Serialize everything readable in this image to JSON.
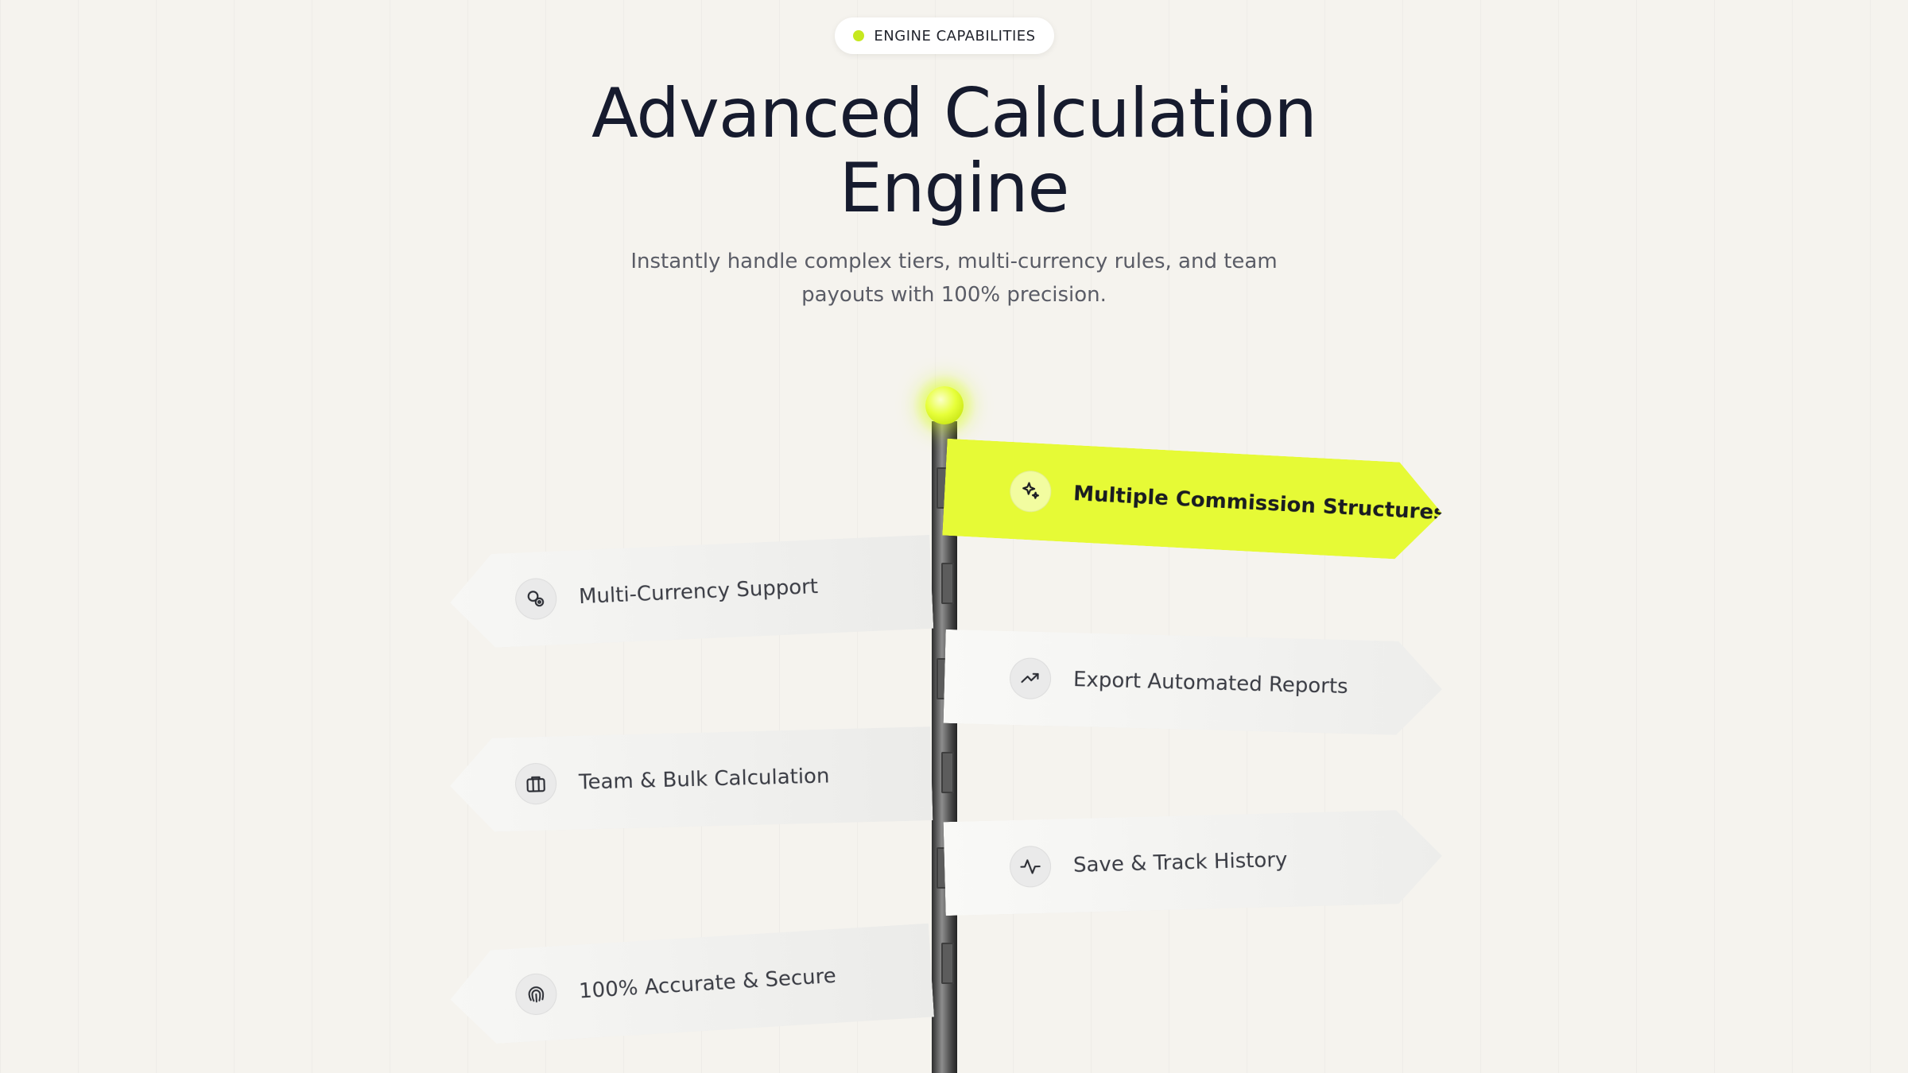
{
  "badge": {
    "label": "ENGINE CAPABILITIES",
    "dot_color": "#c6e81f"
  },
  "header": {
    "title_line1": "Advanced Calculation",
    "title_line2": "Engine",
    "subtitle_line1": "Instantly handle complex tiers, multi-currency rules, and team",
    "subtitle_line2": "payouts with 100% precision."
  },
  "signs": [
    {
      "label": "Multiple Commission Structures",
      "icon": "sparkles-icon",
      "side": "right",
      "active": true
    },
    {
      "label": "Multi-Currency Support",
      "icon": "coins-icon",
      "side": "left",
      "active": false
    },
    {
      "label": "Export Automated Reports",
      "icon": "trend-up-icon",
      "side": "right",
      "active": false
    },
    {
      "label": "Team & Bulk Calculation",
      "icon": "briefcase-icon",
      "side": "left",
      "active": false
    },
    {
      "label": "Save & Track History",
      "icon": "activity-icon",
      "side": "right",
      "active": false
    },
    {
      "label": "100% Accurate & Secure",
      "icon": "fingerprint-icon",
      "side": "left",
      "active": false
    }
  ],
  "colors": {
    "accent": "#e6fa36",
    "background": "#f5f3ee",
    "text": "#161b2e"
  }
}
